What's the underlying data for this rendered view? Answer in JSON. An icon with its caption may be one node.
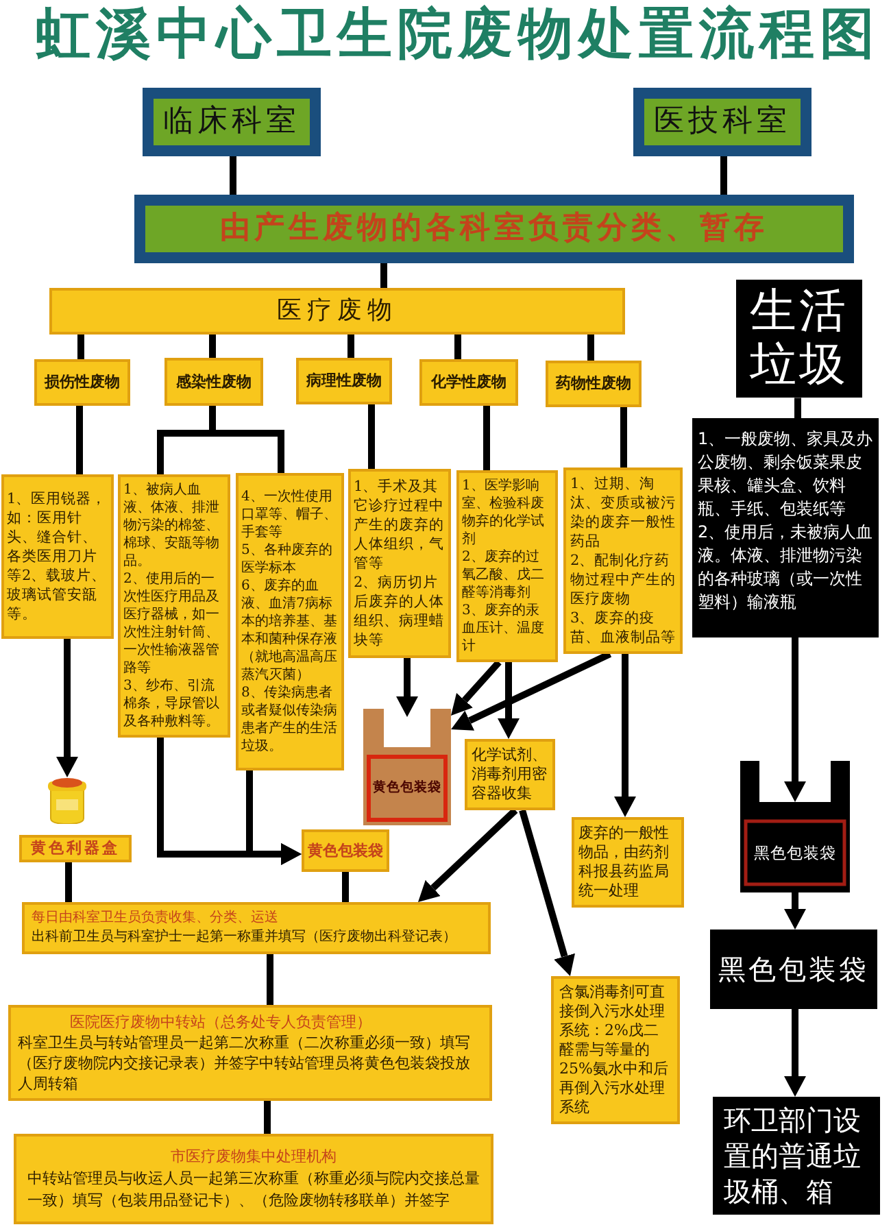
{
  "diagram": {
    "title": "虹溪中心卫生院废物处置流程图",
    "nodes": [
      {
        "text": [
          "临床科室"
        ]
      },
      {
        "text": [
          "医技科室"
        ]
      },
      {
        "text": [
          "由产生废物的各科室负责分类、暂存"
        ]
      },
      {
        "text": [
          "医疗废物"
        ]
      },
      {
        "text": [
          "生活垃圾"
        ]
      },
      {
        "text": [
          "损伤性废物"
        ]
      },
      {
        "text": [
          "感染性废物"
        ]
      },
      {
        "text": [
          "病理性废物"
        ]
      },
      {
        "text": [
          "化学性废物"
        ]
      },
      {
        "text": [
          "药物性废物"
        ]
      },
      {
        "text": [
          "1、医用锐器，如：医用针头、缝合针、各类医用刀片等2、载玻片、玻璃试管安瓿等。"
        ]
      },
      {
        "text": [
          "1、被病人血液、体液、排泄物污染的棉签、棉球、安瓿等物品。",
          "2、使用后的一次性医疗用品及医疗器械，如一次性注射针筒、一次性输液器管路等",
          "3、纱布、引流棉条，导尿管以及各种敷料等。"
        ]
      },
      {
        "text": [
          "4、一次性使用口罩等、帽子、手套等",
          "5、各种废弃的医学标本",
          "6、废弃的血液、血清7病标本的培养基、基本和菌种保存液（就地高温高压蒸汽灭菌）",
          "8、传染病患者或者疑似传染病患者产生的生活垃圾。"
        ]
      },
      {
        "text": [
          "1、手术及其它诊疗过程中产生的废弃的人体组织，气管等",
          "2、病历切片后废弃的人体组织、病理蜡块等"
        ]
      },
      {
        "text": [
          "1、医学影响室、检验科废物弃的化学试剂",
          "2、废弃的过氧乙酸、戊二醛等消毒剂",
          "3、废弃的汞血压计、温度计"
        ]
      },
      {
        "text": [
          "1、过期、淘汰、变质或被污染的废弃一般性药品",
          "2、配制化疗药物过程中产生的医疗废物",
          "3、废弃的疫苗、血液制品等"
        ]
      },
      {
        "text": [
          "1、一般废物、家具及办公废物、剩余饭菜果皮果核、罐头盒、饮料瓶、手纸、包装纸等",
          "2、使用后，未被病人血液。体液、排泄物污染的各种玻璃（或一次性塑料）输液瓶"
        ]
      },
      {
        "text": [
          "黄色包装袋"
        ]
      },
      {
        "text": [
          "化学试剂、消毒剂用密容器收集"
        ]
      },
      {
        "text": [],
        "shape": "picture"
      },
      {
        "text": [
          "黑色包装袋"
        ]
      },
      {
        "text": [
          "废弃的一般性物品，由药剂科报县药监局统一处理"
        ]
      },
      {
        "text": [
          "黄色利器盒"
        ]
      },
      {
        "text": [
          "黄色包装袋"
        ]
      },
      {
        "text": [
          "每日由科室卫生员负责收集、分类、运送",
          "出科前卫生员与科室护士一起第一称重并填写（医疗废物出科登记表）"
        ]
      },
      {
        "text": [
          "黑色包装袋"
        ]
      },
      {
        "text": [
          "含氯消毒剂可直接倒入污水处理系统：2%戊二醛需与等量的25%氨水中和后再倒入污水处理系统"
        ]
      },
      {
        "text": [
          "医院医疗废物中转站（总务处专人负责管理）",
          "科室卫生员与转站管理员一起第二次称重（二次称重必须一致）填写（医疗废物院内交接记录表）并签字中转站管理员将黄色包装袋投放人周转箱"
        ]
      },
      {
        "text": [
          "环卫部门设置的普通垃圾桶、箱"
        ]
      },
      {
        "text": [
          "市医疗废物集中处理机构",
          "中转站管理员与收运人员一起第三次称重（称重必须与院内交接总量一致）填写（包装用品登记卡）、（危险废物转移联单）并签字"
        ]
      }
    ],
    "edges": [
      {
        "from": 0,
        "to": 2,
        "arrow": "none"
      },
      {
        "from": 1,
        "to": 2,
        "arrow": "none"
      },
      {
        "from": 2,
        "to": 3,
        "arrow": "none"
      },
      {
        "from": 3,
        "to": 5,
        "arrow": "none"
      },
      {
        "from": 3,
        "to": 6,
        "arrow": "none"
      },
      {
        "from": 3,
        "to": 7,
        "arrow": "none"
      },
      {
        "from": 3,
        "to": 8,
        "arrow": "none"
      },
      {
        "from": 3,
        "to": 9,
        "arrow": "none"
      },
      {
        "from": 5,
        "to": 10,
        "arrow": "none"
      },
      {
        "from": 6,
        "to": 11,
        "arrow": "none"
      },
      {
        "from": 6,
        "to": 12,
        "arrow": "none"
      },
      {
        "from": 7,
        "to": 13,
        "arrow": "none"
      },
      {
        "from": 8,
        "to": 14,
        "arrow": "none"
      },
      {
        "from": 9,
        "to": 15,
        "arrow": "none"
      },
      {
        "from": 4,
        "to": 16,
        "arrow": "none"
      },
      {
        "from": 10,
        "to": 19,
        "arrow": "to"
      },
      {
        "from": 11,
        "to": 23,
        "arrow": "to"
      },
      {
        "from": 12,
        "to": 23,
        "arrow": "to"
      },
      {
        "from": 13,
        "to": 17,
        "arrow": "to"
      },
      {
        "from": 14,
        "to": 17,
        "arrow": "to"
      },
      {
        "from": 15,
        "to": 17,
        "arrow": "to"
      },
      {
        "from": 14,
        "to": 18,
        "arrow": "to"
      },
      {
        "from": 15,
        "to": 21,
        "arrow": "to"
      },
      {
        "from": 22,
        "to": 24,
        "arrow": "none"
      },
      {
        "from": 23,
        "to": 24,
        "arrow": "none"
      },
      {
        "from": 18,
        "to": 24,
        "arrow": "to"
      },
      {
        "from": 18,
        "to": 26,
        "arrow": "to"
      },
      {
        "from": 24,
        "to": 27,
        "arrow": "none"
      },
      {
        "from": 27,
        "to": 29,
        "arrow": "none"
      },
      {
        "from": 16,
        "to": 20,
        "arrow": "to"
      },
      {
        "from": 20,
        "to": 25,
        "arrow": "to"
      },
      {
        "from": 25,
        "to": 28,
        "arrow": "to"
      }
    ]
  }
}
